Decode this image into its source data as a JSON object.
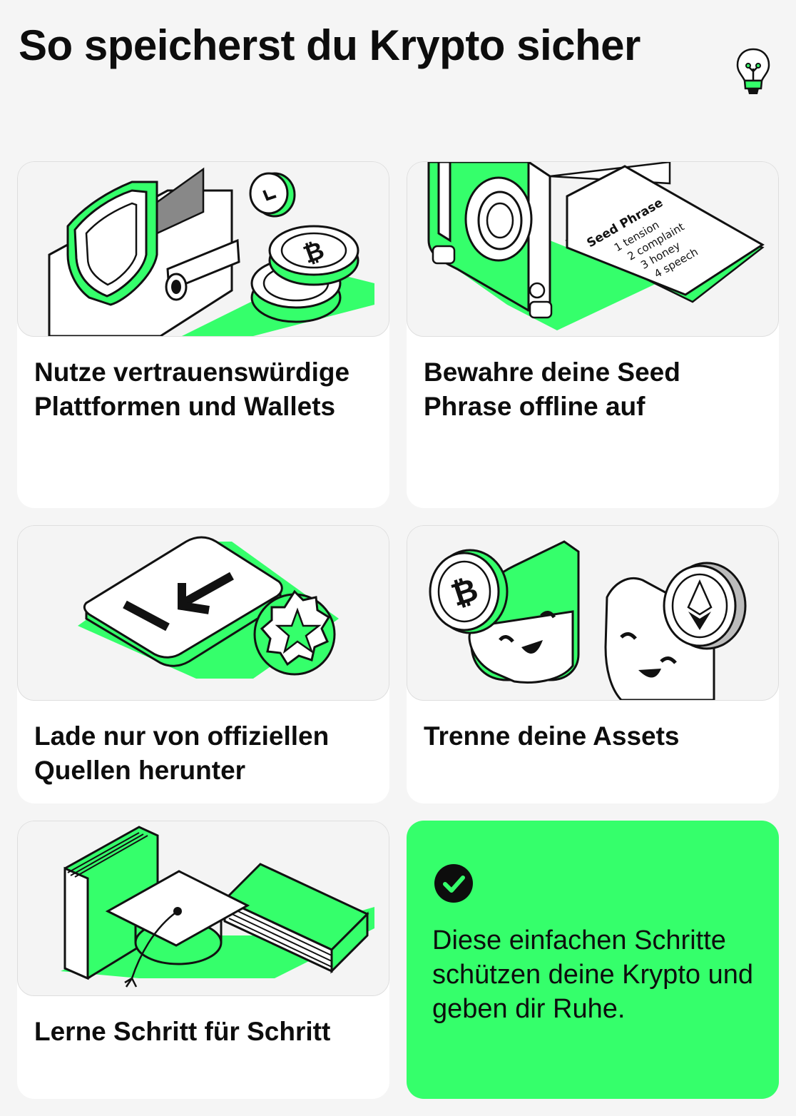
{
  "title": "So speicherst du Krypto sicher",
  "colors": {
    "accent": "#35ff6b",
    "background": "#f5f5f5",
    "card": "#ffffff",
    "text": "#0d0d0d"
  },
  "header_icon": "lightbulb-icon",
  "cards": [
    {
      "label": "Nutze vertrauenswürdige Plattformen und Wallets",
      "illustration": "wallet-shield-coins-illustration"
    },
    {
      "label": "Bewahre deine Seed Phrase offline auf",
      "illustration": "safe-seed-phrase-illustration",
      "seed_phrase": {
        "heading": "Seed Phrase",
        "words": [
          "1 tension",
          "2 complaint",
          "3 honey",
          "4 speech"
        ]
      }
    },
    {
      "label": "Lade nur von offiziellen Quellen herunter",
      "illustration": "download-badge-illustration"
    },
    {
      "label": "Trenne deine Assets",
      "illustration": "separate-assets-illustration"
    },
    {
      "label": "Lerne Schritt für Schritt",
      "illustration": "books-graduation-cap-illustration"
    }
  ],
  "summary": {
    "icon": "check-circle-icon",
    "text": "Diese einfachen Schritte schützen deine Krypto und geben dir Ruhe."
  }
}
